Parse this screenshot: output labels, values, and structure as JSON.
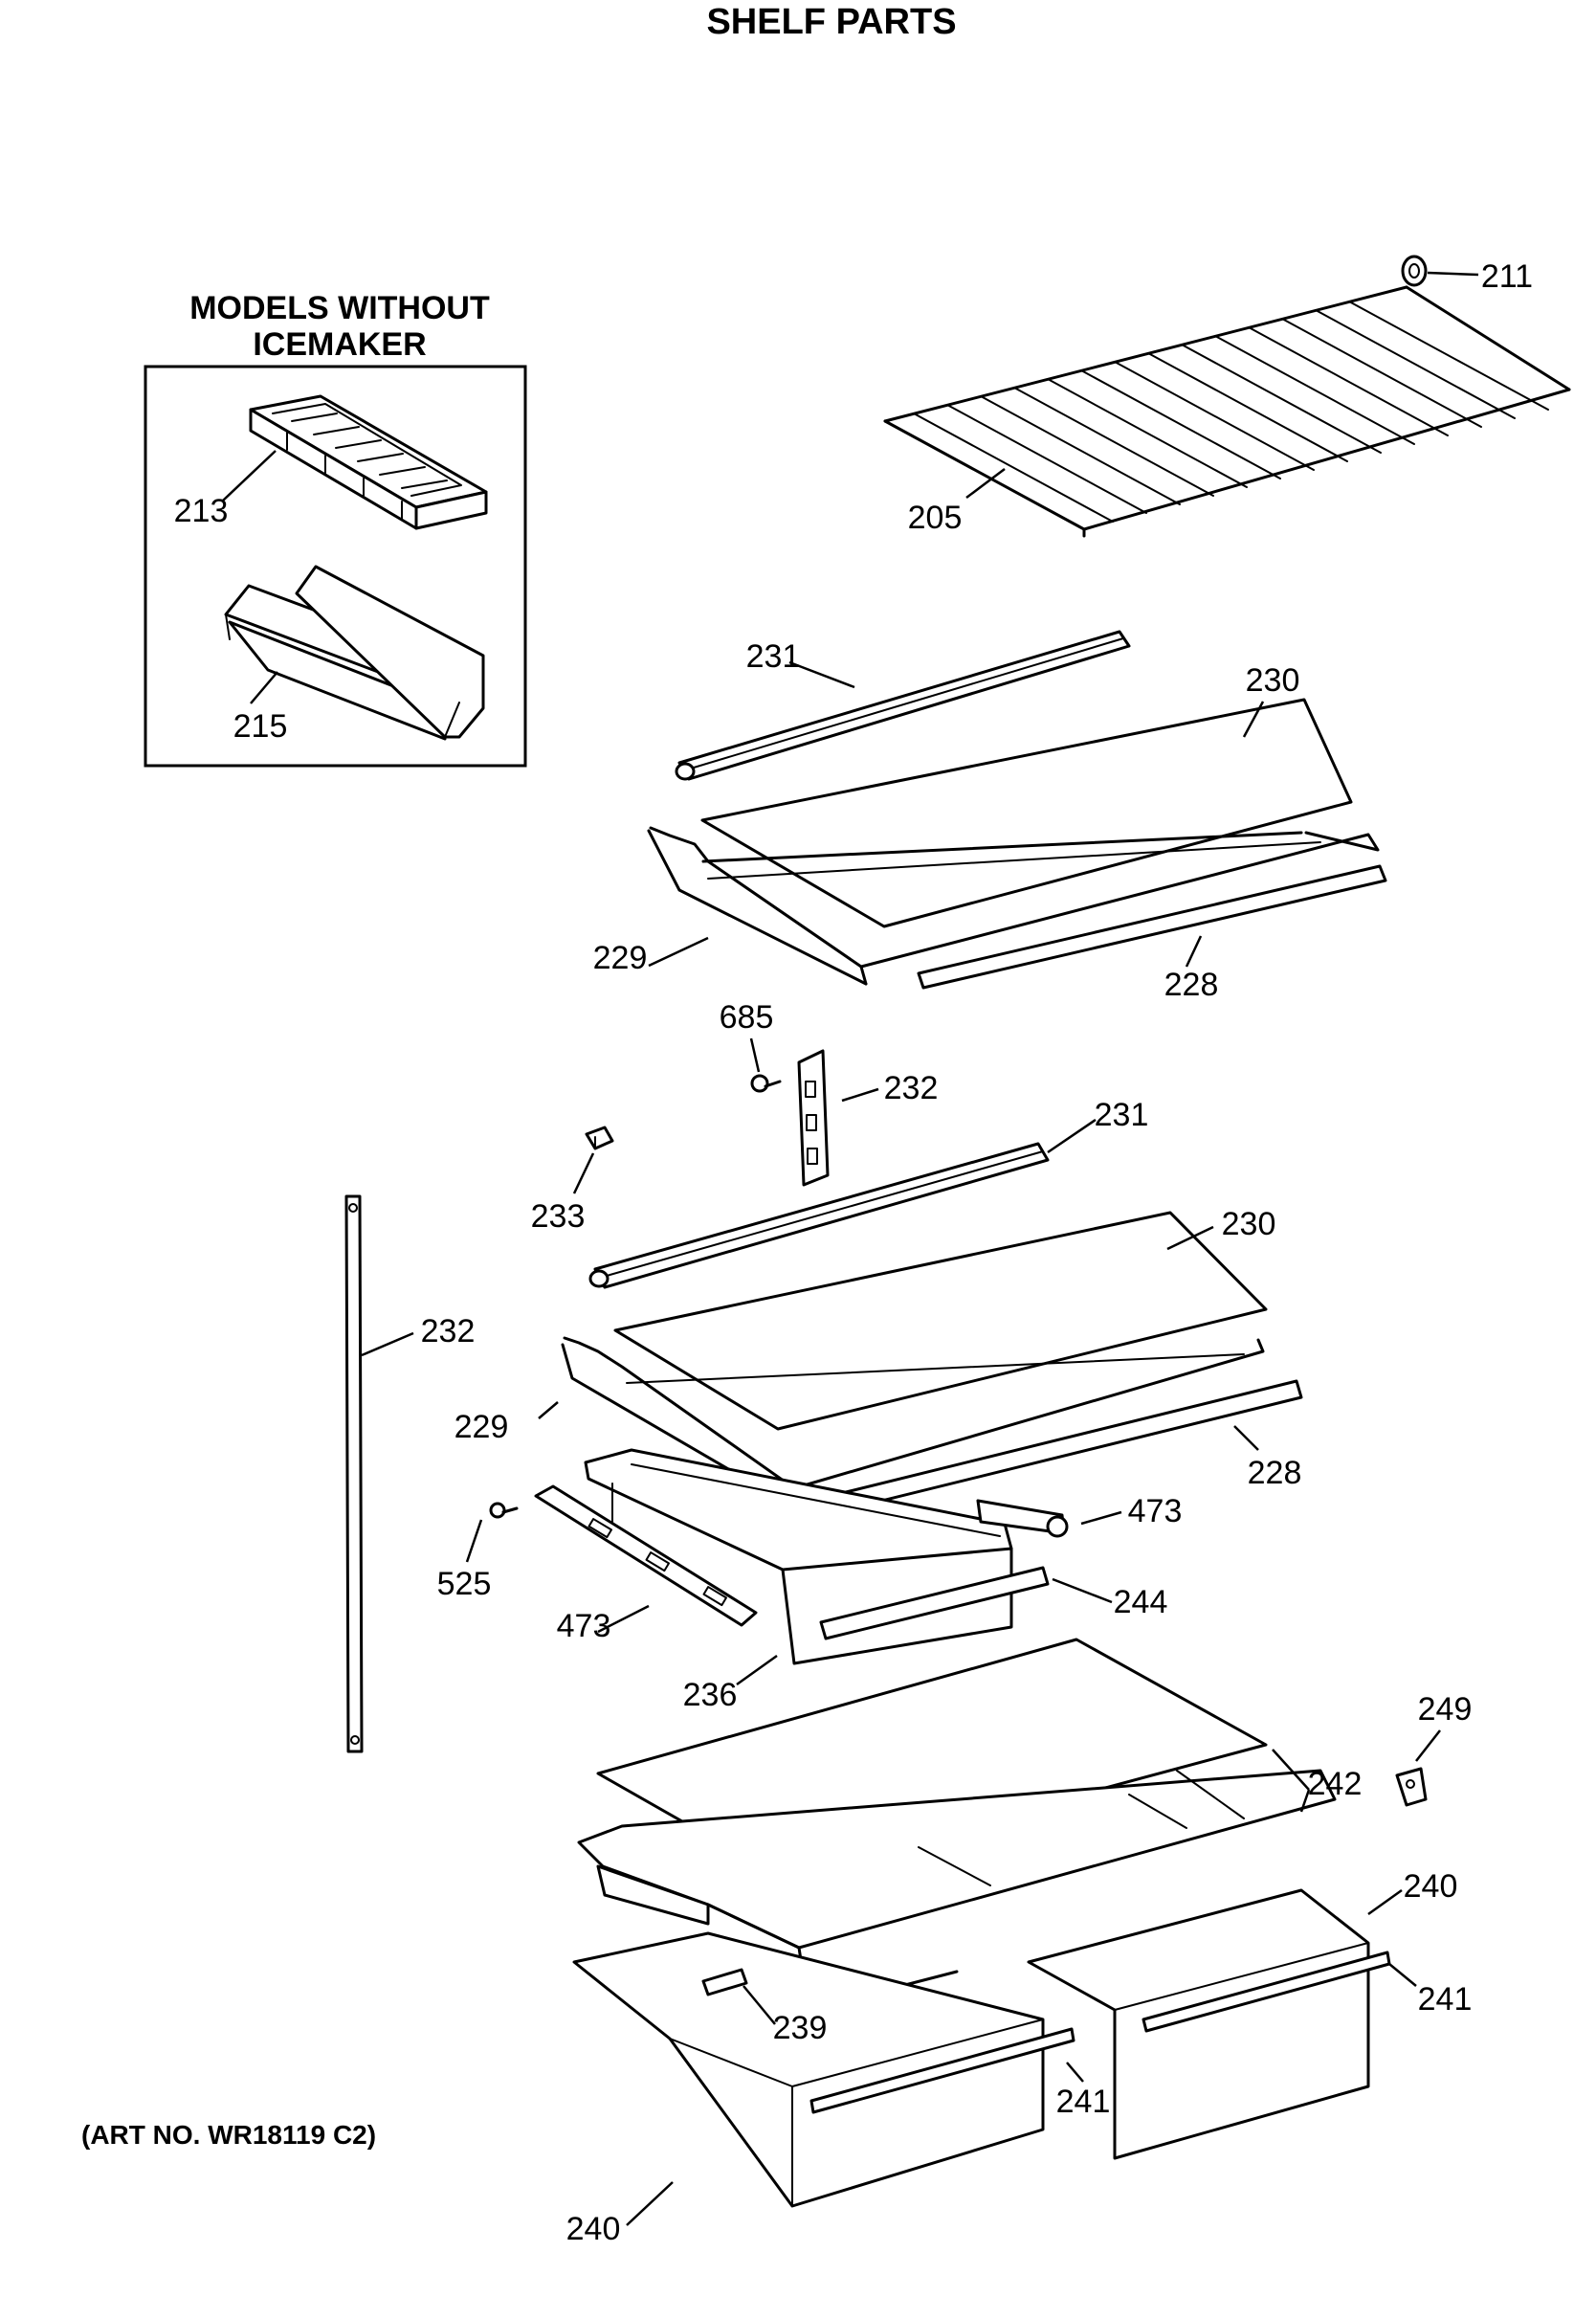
{
  "title": "SHELF PARTS",
  "inset": {
    "heading_line1": "MODELS WITHOUT",
    "heading_line2": "ICEMAKER",
    "parts": [
      "213",
      "215"
    ]
  },
  "art_number": "(ART NO. WR18119 C2)",
  "callouts": [
    "211",
    "205",
    "213",
    "215",
    "231",
    "230",
    "229",
    "228",
    "685",
    "232",
    "231",
    "233",
    "230",
    "232",
    "229",
    "228",
    "525",
    "473",
    "473",
    "244",
    "236",
    "249",
    "242",
    "240",
    "241",
    "239",
    "241",
    "240"
  ]
}
